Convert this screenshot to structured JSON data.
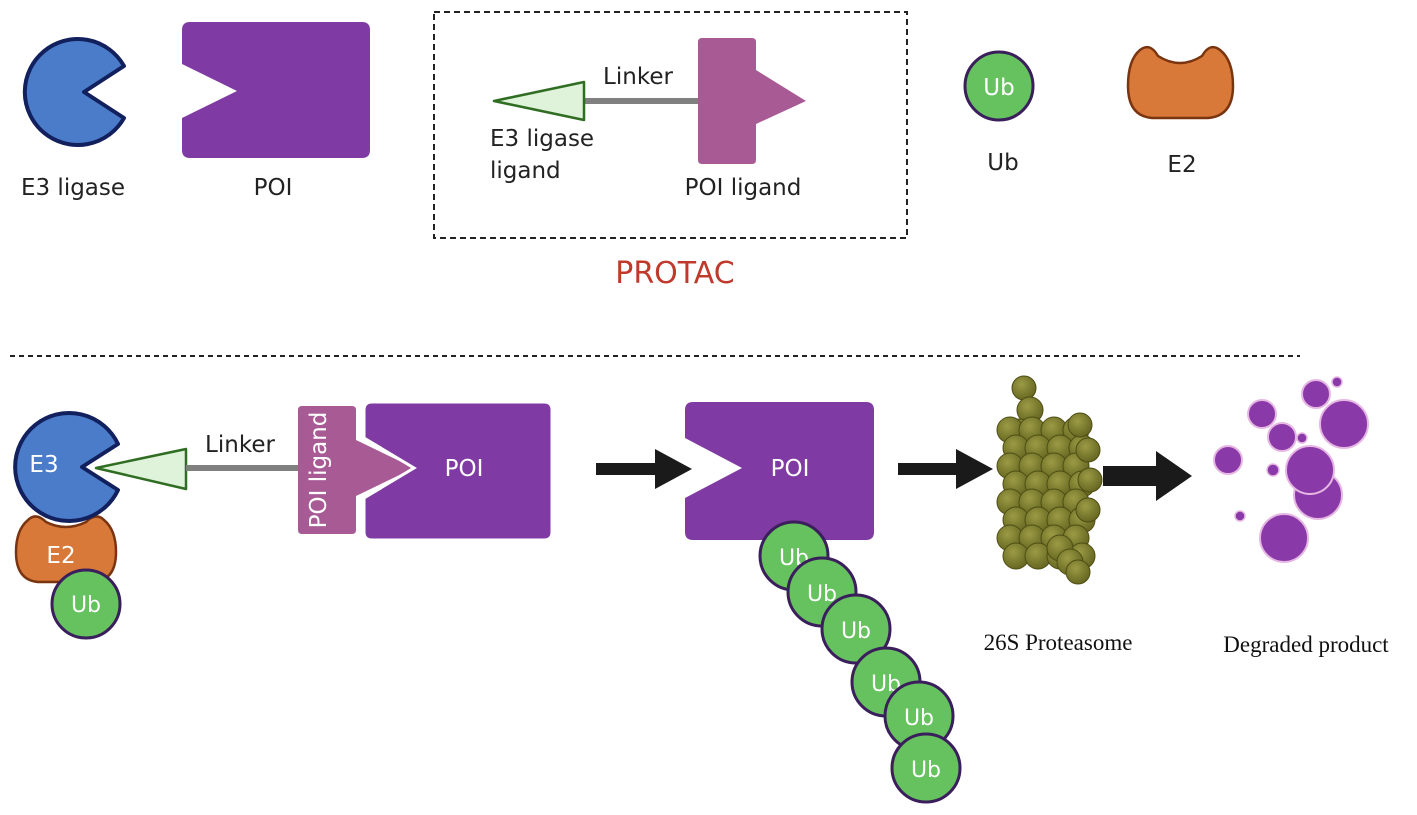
{
  "legend": {
    "e3_ligase": "E3 ligase",
    "poi": "POI",
    "linker": "Linker",
    "e3_ligase_ligand_line1": "E3 ligase",
    "e3_ligase_ligand_line2": "ligand",
    "poi_ligand": "POI ligand",
    "protac": "PROTAC",
    "ub": "Ub",
    "e2": "E2"
  },
  "mechanism": {
    "e3": "E3",
    "e2": "E2",
    "ub": "Ub",
    "linker": "Linker",
    "poi_ligand": "POI ligand",
    "poi": "POI",
    "poi_tagged": "POI",
    "ub_chain": [
      "Ub",
      "Ub",
      "Ub",
      "Ub",
      "Ub",
      "Ub"
    ],
    "proteasome": "26S  Proteasome",
    "degraded": "Degraded product"
  },
  "colors": {
    "e3": "#4a7cc9",
    "e3_stroke": "#12205e",
    "poi": "#7f3aa3",
    "poi_ligand": "#a85a95",
    "ligand_fill": "#dff2da",
    "ligand_stroke": "#2f6e22",
    "linker": "#808080",
    "ub": "#66c25e",
    "ub_stroke": "#3a1f5c",
    "e2": "#d8793a",
    "e2_stroke": "#7a3510",
    "protac_label": "#c0392b",
    "proteasome": "#7f7f2f",
    "degraded": "#8a3aa8",
    "arrow": "#1a1a1a"
  }
}
